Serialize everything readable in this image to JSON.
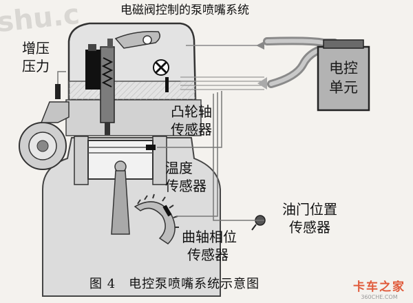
{
  "title": "电磁阀控制的泵喷嘴系统",
  "labels": {
    "boost_line1": "增压",
    "boost_line2": "压力",
    "ecu_line1": "电控",
    "ecu_line2": "单元",
    "cam_line1": "凸轮轴",
    "cam_line2": "传感器",
    "temp_line1": "温度",
    "temp_line2": "传感器",
    "throttle_line1": "油门位置",
    "throttle_line2": "传感器",
    "crank_line1": "曲轴相位",
    "crank_line2": "传感器"
  },
  "caption": "图 4　电控泵喷嘴系统示意图",
  "watermarks": {
    "left": "shu.c",
    "right_main": "卡车之家",
    "right_sub": "360CHE.COM"
  }
}
